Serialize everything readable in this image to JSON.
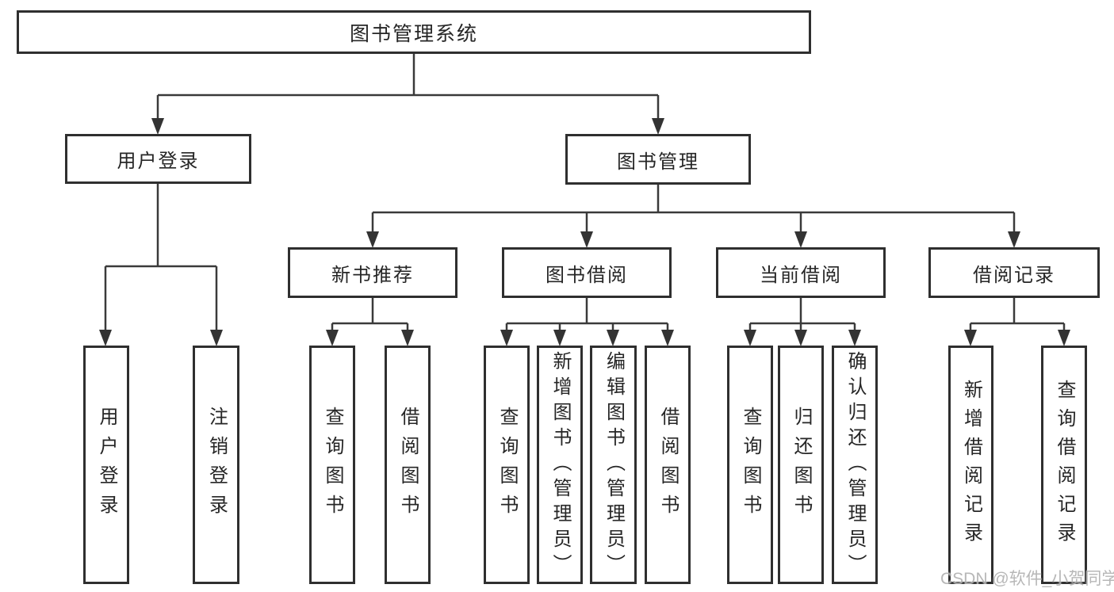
{
  "tree": {
    "root": {
      "label": "图书管理系统"
    },
    "user_login": {
      "label": "用户登录",
      "leaves": [
        {
          "label": "用户登录"
        },
        {
          "label": "注销登录"
        }
      ]
    },
    "book_mgmt": {
      "label": "图书管理",
      "sections": [
        {
          "label": "新书推荐",
          "leaves": [
            {
              "label": "查询图书"
            },
            {
              "label": "借阅图书"
            }
          ]
        },
        {
          "label": "图书借阅",
          "leaves": [
            {
              "label": "查询图书"
            },
            {
              "label": "新增图书（管理员）"
            },
            {
              "label": "编辑图书（管理员）"
            },
            {
              "label": "借阅图书"
            }
          ]
        },
        {
          "label": "当前借阅",
          "leaves": [
            {
              "label": "查询图书"
            },
            {
              "label": "归还图书"
            },
            {
              "label": "确认归还（管理员）"
            }
          ]
        },
        {
          "label": "借阅记录",
          "leaves": [
            {
              "label": "新增借阅记录"
            },
            {
              "label": "查询借阅记录"
            }
          ]
        }
      ]
    }
  },
  "watermark": "CSDN @软件_小贺同学",
  "colors": {
    "line": "#3a3a3a",
    "arrow": "#333333",
    "box_border": "#2f2f2f",
    "text": "#262626",
    "watermark": "#b0b0b0",
    "background": "#ffffff"
  }
}
